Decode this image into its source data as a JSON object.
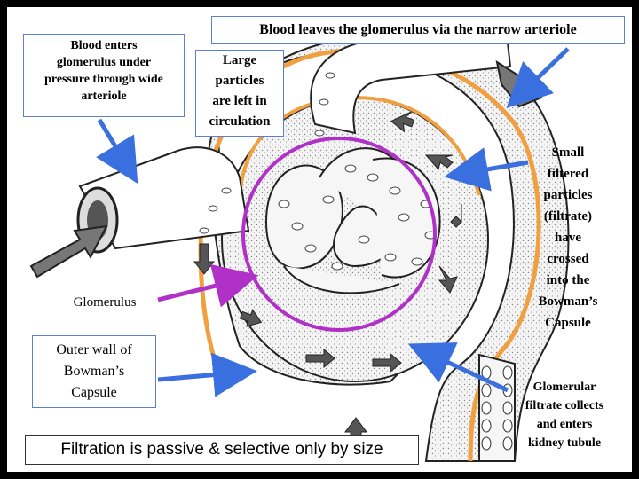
{
  "colors": {
    "background": "#000000",
    "arrow": "#3a6fe0",
    "capsule_wall": "#f0a040",
    "glomerulus_ring": "#b030c8",
    "vessel_dark": "#333333",
    "flow_arrow": "#555555"
  },
  "labels": {
    "top_title": "Blood leaves the glomerulus via the narrow arteriole",
    "enters": [
      "Blood enters",
      "glomerulus under",
      "pressure through wide",
      "arteriole"
    ],
    "large_particles": [
      "Large",
      "particles",
      "are left in",
      "circulation"
    ],
    "small_particles": [
      "Small",
      "filtered",
      "particles",
      "(filtrate)",
      "have",
      "crossed",
      "into the",
      "Bowman’s",
      "Capsule"
    ],
    "glomerulus": "Glomerulus",
    "outer_wall": [
      "Outer wall of",
      "Bowman’s",
      "Capsule"
    ],
    "filtrate_collects": [
      "Glomerular",
      "filtrate collects",
      "and enters",
      "kidney tubule"
    ],
    "footer": "Filtration is passive & selective only by size"
  }
}
